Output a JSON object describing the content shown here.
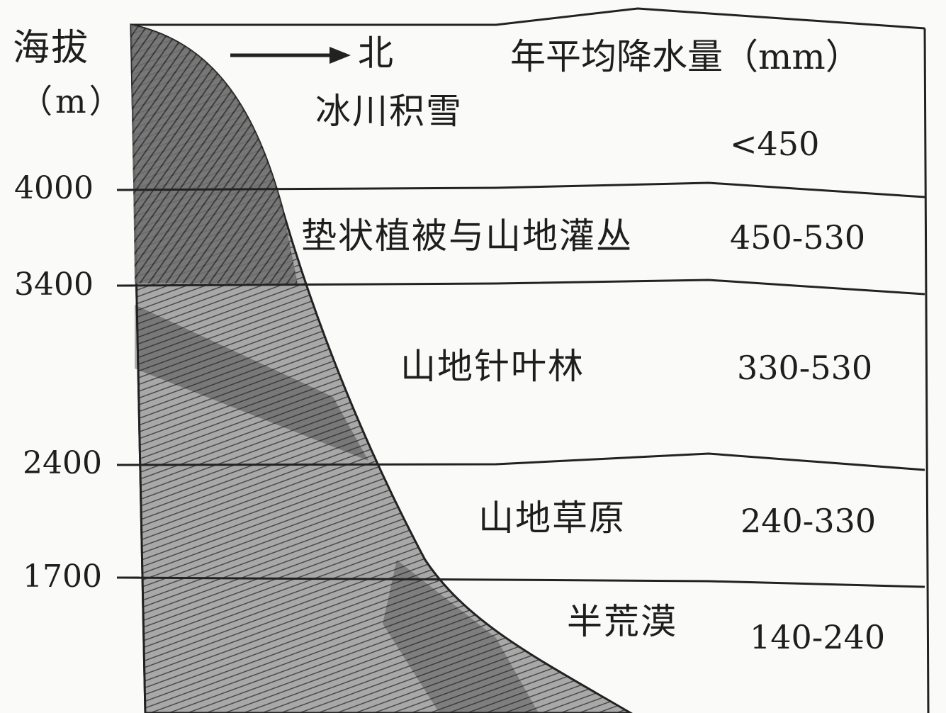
{
  "diagram": {
    "y_axis": {
      "title": "海拔",
      "unit": "（m）",
      "ticks": [
        "4000",
        "3400",
        "2400",
        "1700"
      ]
    },
    "direction": {
      "arrow": "→",
      "label": "北"
    },
    "precip_header": "年平均降水量（mm）",
    "zones": [
      {
        "name": "冰川积雪",
        "precip": "<450"
      },
      {
        "name": "垫状植被与山地灌丛",
        "precip": "450-530"
      },
      {
        "name": "山地针叶林",
        "precip": "330-530"
      },
      {
        "name": "山地草原",
        "precip": "240-330"
      },
      {
        "name": "半荒漠",
        "precip": "140-240"
      }
    ]
  }
}
